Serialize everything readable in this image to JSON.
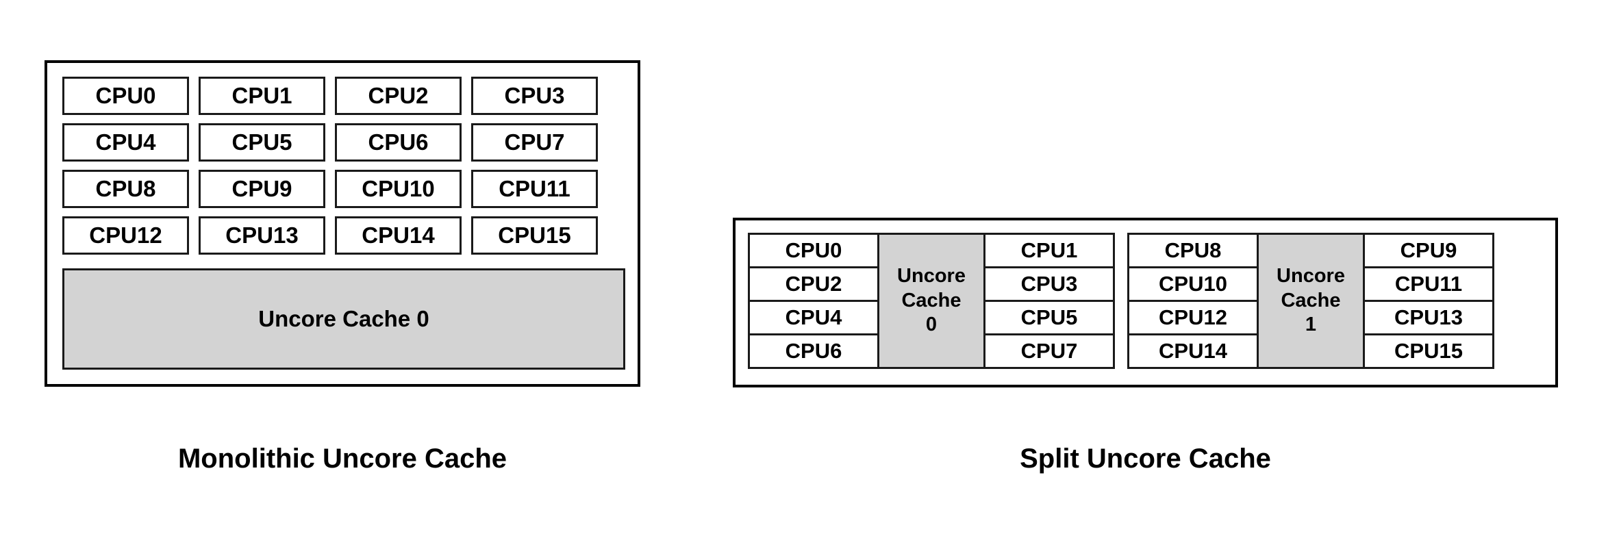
{
  "diagram": {
    "title_left": "Monolithic Uncore Cache",
    "title_right": "Split Uncore Cache",
    "colors": {
      "cache_fill": "#d3d3d3",
      "border": "#000000",
      "cpu_fill": "#ffffff",
      "text": "#000000",
      "background": "#ffffff"
    }
  },
  "monolithic": {
    "caption": "Monolithic Uncore Cache",
    "cpus": [
      "CPU0",
      "CPU1",
      "CPU2",
      "CPU3",
      "CPU4",
      "CPU5",
      "CPU6",
      "CPU7",
      "CPU8",
      "CPU9",
      "CPU10",
      "CPU11",
      "CPU12",
      "CPU13",
      "CPU14",
      "CPU15"
    ],
    "cache": {
      "label": "Uncore Cache 0"
    }
  },
  "split": {
    "caption": "Split Uncore Cache",
    "clusters": [
      {
        "left_cpus": [
          "CPU0",
          "CPU2",
          "CPU4",
          "CPU6"
        ],
        "cache_line1": "Uncore",
        "cache_line2": "Cache",
        "cache_line3": "0",
        "right_cpus": [
          "CPU1",
          "CPU3",
          "CPU5",
          "CPU7"
        ]
      },
      {
        "left_cpus": [
          "CPU8",
          "CPU10",
          "CPU12",
          "CPU14"
        ],
        "cache_line1": "Uncore",
        "cache_line2": "Cache",
        "cache_line3": "1",
        "right_cpus": [
          "CPU9",
          "CPU11",
          "CPU13",
          "CPU15"
        ]
      }
    ]
  }
}
